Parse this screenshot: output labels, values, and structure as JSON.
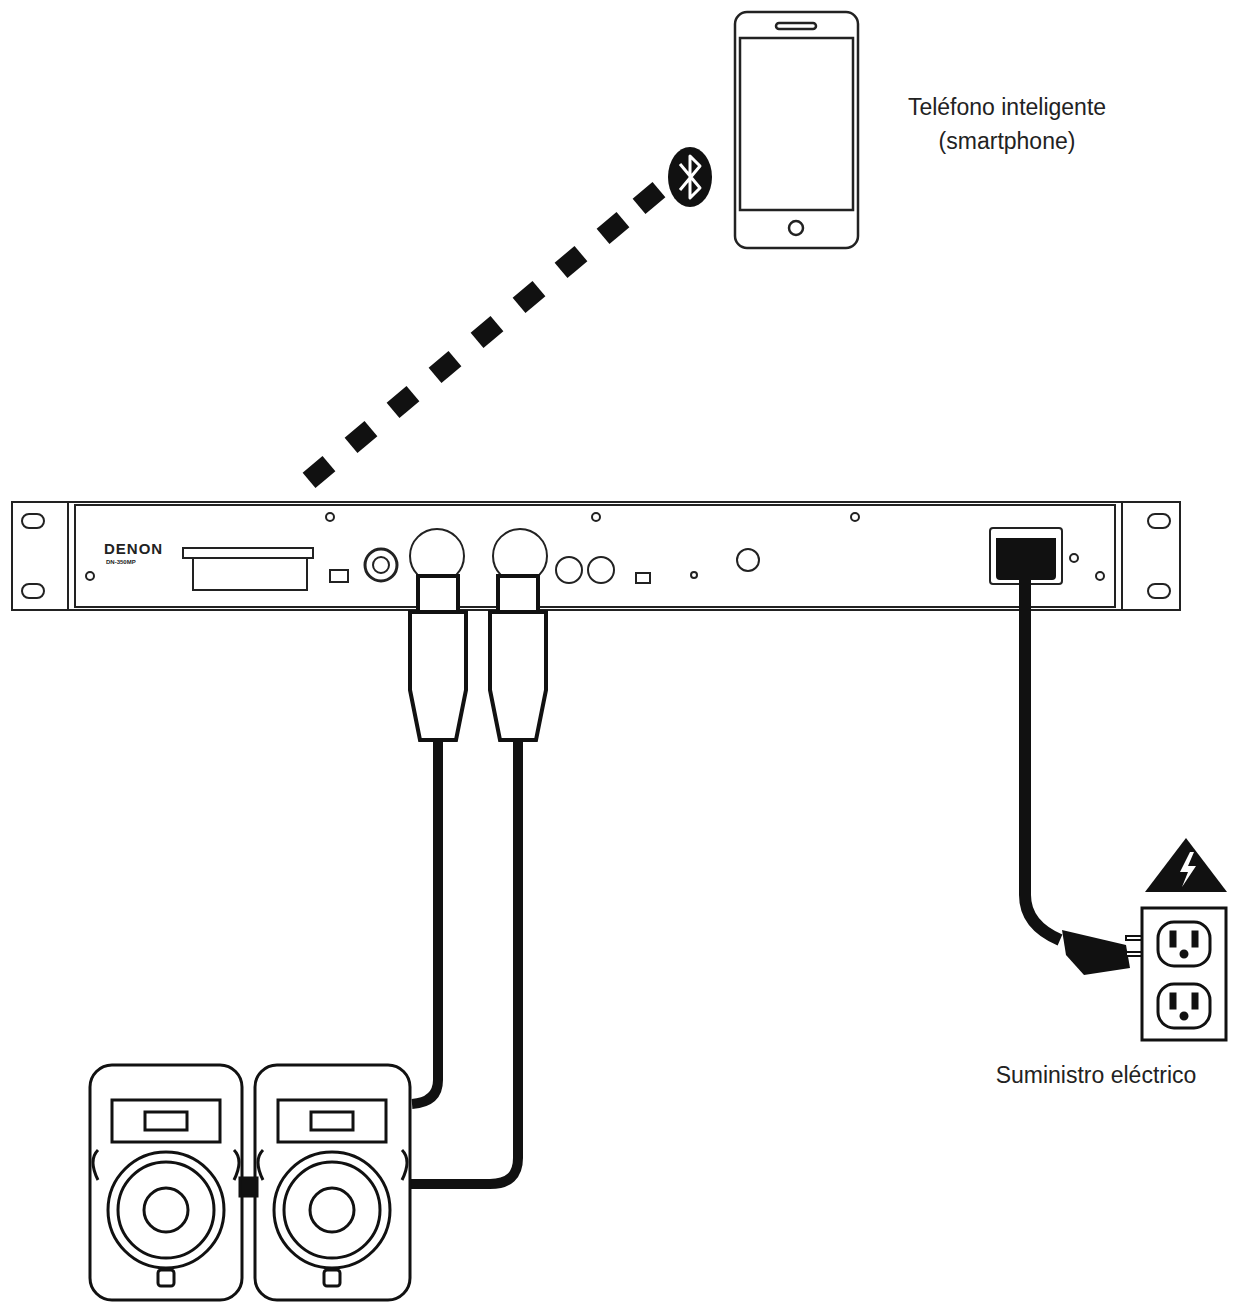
{
  "diagram": {
    "labels": [
      "Teléfono inteligente (smartphone)",
      "DENON",
      "DN-350MP",
      "Suministro eléctrico"
    ]
  }
}
